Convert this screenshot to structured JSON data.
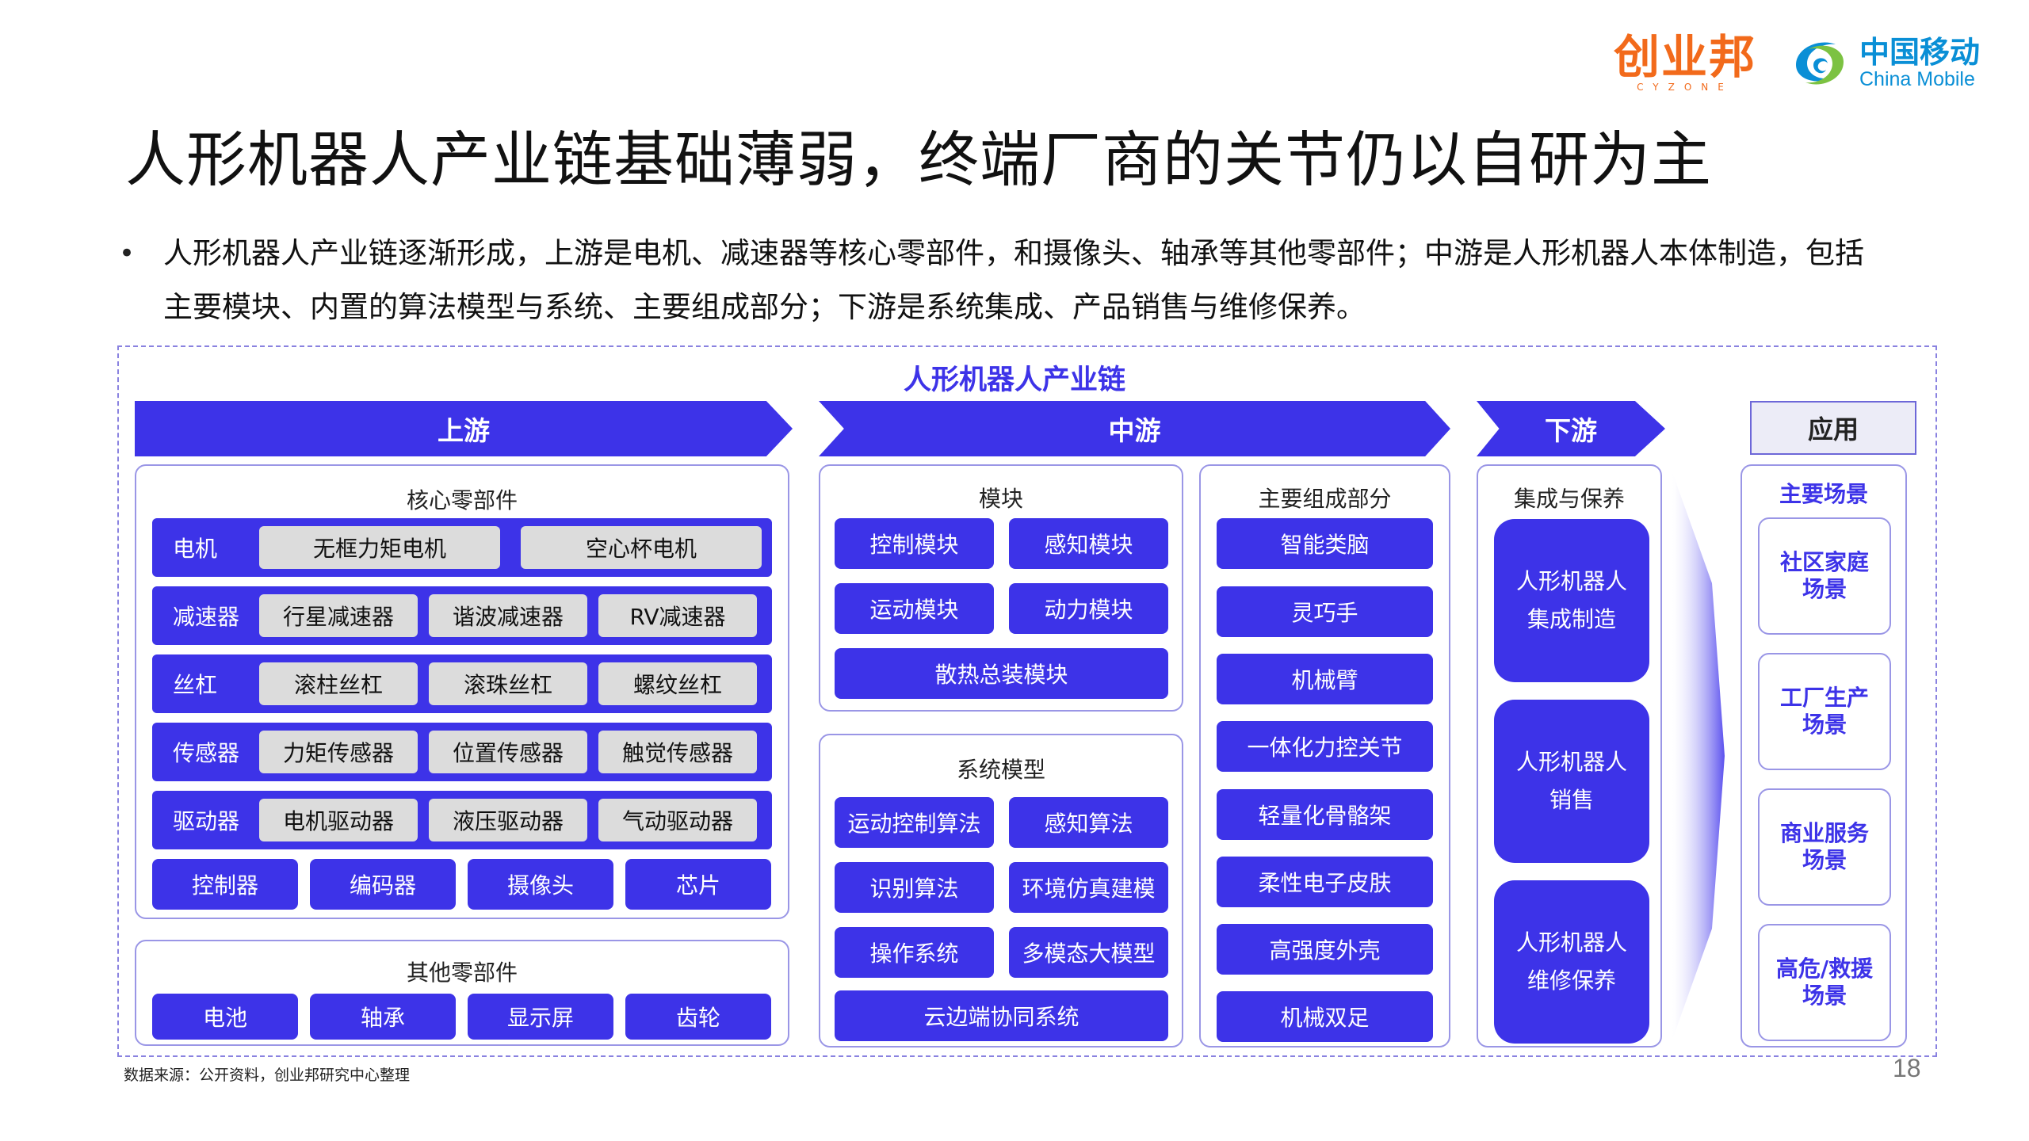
{
  "logos": {
    "cyzone_main": "创业邦",
    "cyzone_sub": "CYZONE",
    "cmcc_cn": "中国移动",
    "cmcc_en": "China Mobile"
  },
  "title": "人形机器人产业链基础薄弱，终端厂商的关节仍以自研为主",
  "bullet": {
    "line1": "人形机器人产业链逐渐形成，上游是电机、减速器等核心零部件，和摄像头、轴承等其他零部件；中游是人形机器人本体制造，包括",
    "line2": "主要模块、内置的算法模型与系统、主要组成部分；下游是系统集成、产品销售与维修保养。"
  },
  "chain_title": "人形机器人产业链",
  "stages": {
    "upstream": "上游",
    "midstream": "中游",
    "downstream": "下游",
    "application": "应用"
  },
  "upstream": {
    "core_title": "核心零部件",
    "rows": [
      {
        "label": "电机",
        "items": [
          "无框力矩电机",
          "空心杯电机"
        ]
      },
      {
        "label": "减速器",
        "items": [
          "行星减速器",
          "谐波减速器",
          "RV减速器"
        ]
      },
      {
        "label": "丝杠",
        "items": [
          "滚柱丝杠",
          "滚珠丝杠",
          "螺纹丝杠"
        ]
      },
      {
        "label": "传感器",
        "items": [
          "力矩传感器",
          "位置传感器",
          "触觉传感器"
        ]
      },
      {
        "label": "驱动器",
        "items": [
          "电机驱动器",
          "液压驱动器",
          "气动驱动器"
        ]
      }
    ],
    "core_extra": [
      "控制器",
      "编码器",
      "摄像头",
      "芯片"
    ],
    "other_title": "其他零部件",
    "other_items": [
      "电池",
      "轴承",
      "显示屏",
      "齿轮"
    ]
  },
  "midstream": {
    "module_title": "模块",
    "modules": [
      "控制模块",
      "感知模块",
      "运动模块",
      "动力模块",
      "散热总装模块"
    ],
    "system_title": "系统模型",
    "systems": [
      "运动控制算法",
      "感知算法",
      "识别算法",
      "环境仿真建模",
      "操作系统",
      "多模态大模型",
      "云边端协同系统"
    ],
    "parts_title": "主要组成部分",
    "parts": [
      "智能类脑",
      "灵巧手",
      "机械臂",
      "一体化力控关节",
      "轻量化骨骼架",
      "柔性电子皮肤",
      "高强度外壳",
      "机械双足"
    ]
  },
  "downstream": {
    "title": "集成与保养",
    "items": [
      {
        "l1": "人形机器人",
        "l2": "集成制造"
      },
      {
        "l1": "人形机器人",
        "l2": "销售"
      },
      {
        "l1": "人形机器人",
        "l2": "维修保养"
      }
    ]
  },
  "application": {
    "title": "主要场景",
    "scenes": [
      {
        "l1": "社区家庭",
        "l2": "场景"
      },
      {
        "l1": "工厂生产",
        "l2": "场景"
      },
      {
        "l1": "商业服务",
        "l2": "场景"
      },
      {
        "l1": "高危/救援",
        "l2": "场景"
      }
    ]
  },
  "footer": {
    "source": "数据来源：公开资料，创业邦研究中心整理",
    "page": "18"
  },
  "colors": {
    "primary": "#3d33e8",
    "gray_chip": "#dcdcdc",
    "panel_border": "#9a96e6",
    "cyzone_orange": "#f26a1b",
    "cmcc_blue": "#0a8fd6"
  }
}
